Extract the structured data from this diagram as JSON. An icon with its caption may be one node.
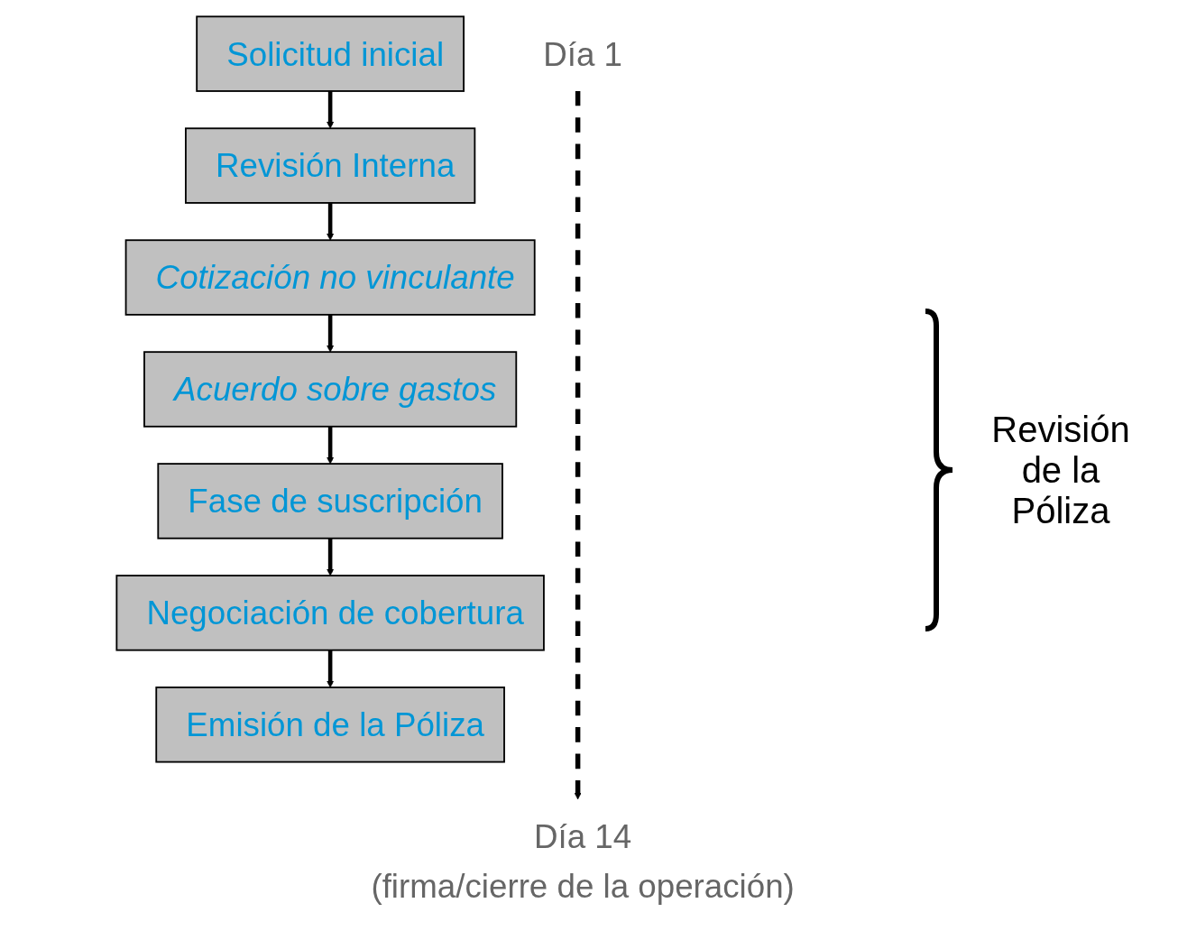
{
  "diagram": {
    "nodes": [
      {
        "text": [
          "Día 1"
        ]
      },
      {
        "text": [
          "Día 14",
          "(firma/cierre de la operación)"
        ]
      },
      {
        "text": [
          "Solicitud inicial"
        ]
      },
      {
        "text": [
          "Revisión Interna"
        ]
      },
      {
        "text": [
          "Cotización no vinculante"
        ]
      },
      {
        "text": [
          "Acuerdo sobre gastos"
        ]
      },
      {
        "text": [
          "Fase de suscripción"
        ]
      },
      {
        "text": [
          "Negociación de cobertura"
        ]
      },
      {
        "text": [
          "Emisión de la Póliza"
        ]
      }
    ],
    "edges": [
      {
        "from": 0,
        "to": 1,
        "arrow": "to",
        "style": "dashed"
      },
      {
        "from": 2,
        "to": 3,
        "arrow": "to"
      },
      {
        "from": 3,
        "to": 4,
        "arrow": "to"
      },
      {
        "from": 4,
        "to": 5,
        "arrow": "to"
      },
      {
        "from": 5,
        "to": 6,
        "arrow": "to"
      },
      {
        "from": 6,
        "to": 7,
        "arrow": "to"
      },
      {
        "from": 7,
        "to": 8,
        "arrow": "to"
      }
    ],
    "labels": [
      "Revisión de la Póliza"
    ]
  }
}
